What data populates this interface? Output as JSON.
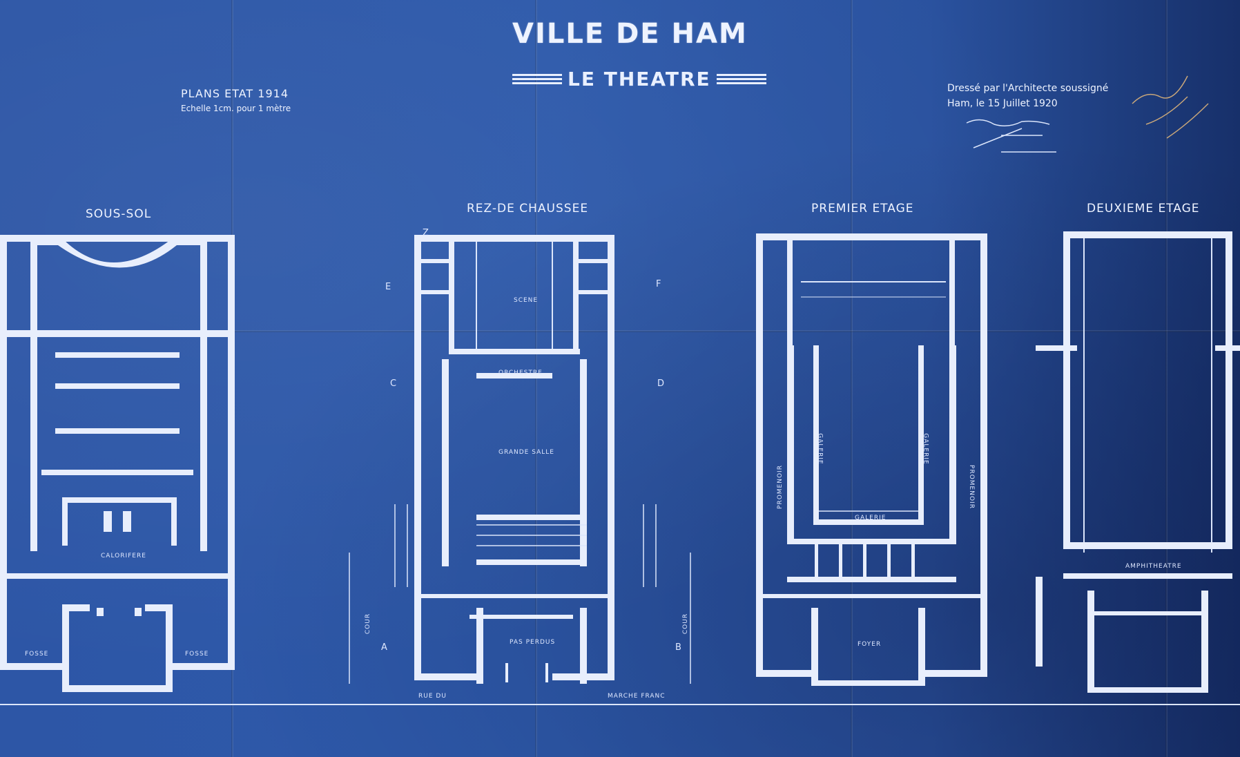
{
  "header": {
    "title": "VILLE DE HAM",
    "subtitle": "LE THEATRE",
    "plans_label": "PLANS ETAT 1914",
    "scale_label": "Echelle 1cm. pour 1 mètre",
    "architect_line1": "Dressé par l'Architecte soussigné",
    "architect_line2": "Ham, le 15 Juillet 1920"
  },
  "floors": [
    {
      "name": "SOUS-SOL",
      "rooms": [
        "CALORIFERE",
        "FOSSE",
        "FOSSE"
      ]
    },
    {
      "name": "REZ-DE CHAUSSEE",
      "rooms": [
        "SCENE",
        "ORCHESTRE",
        "GRANDE SALLE",
        "PAS PERDUS"
      ]
    },
    {
      "name": "PREMIER ETAGE",
      "rooms": [
        "GALERIE",
        "GALERIE",
        "GALERIE",
        "PROMENOIR",
        "PROMENOIR",
        "FOYER"
      ]
    },
    {
      "name": "DEUXIEME ETAGE",
      "rooms": [
        "AMPHITHEATRE"
      ]
    }
  ],
  "markers": {
    "section_a": "A",
    "section_b": "B",
    "section_c": "C",
    "section_d": "D",
    "section_e": "E",
    "section_f": "F",
    "section_z": "Z",
    "cour_left": "COUR",
    "cour_right": "COUR"
  },
  "street": {
    "label_left": "RUE DU",
    "label_right": "MARCHE FRANC"
  }
}
